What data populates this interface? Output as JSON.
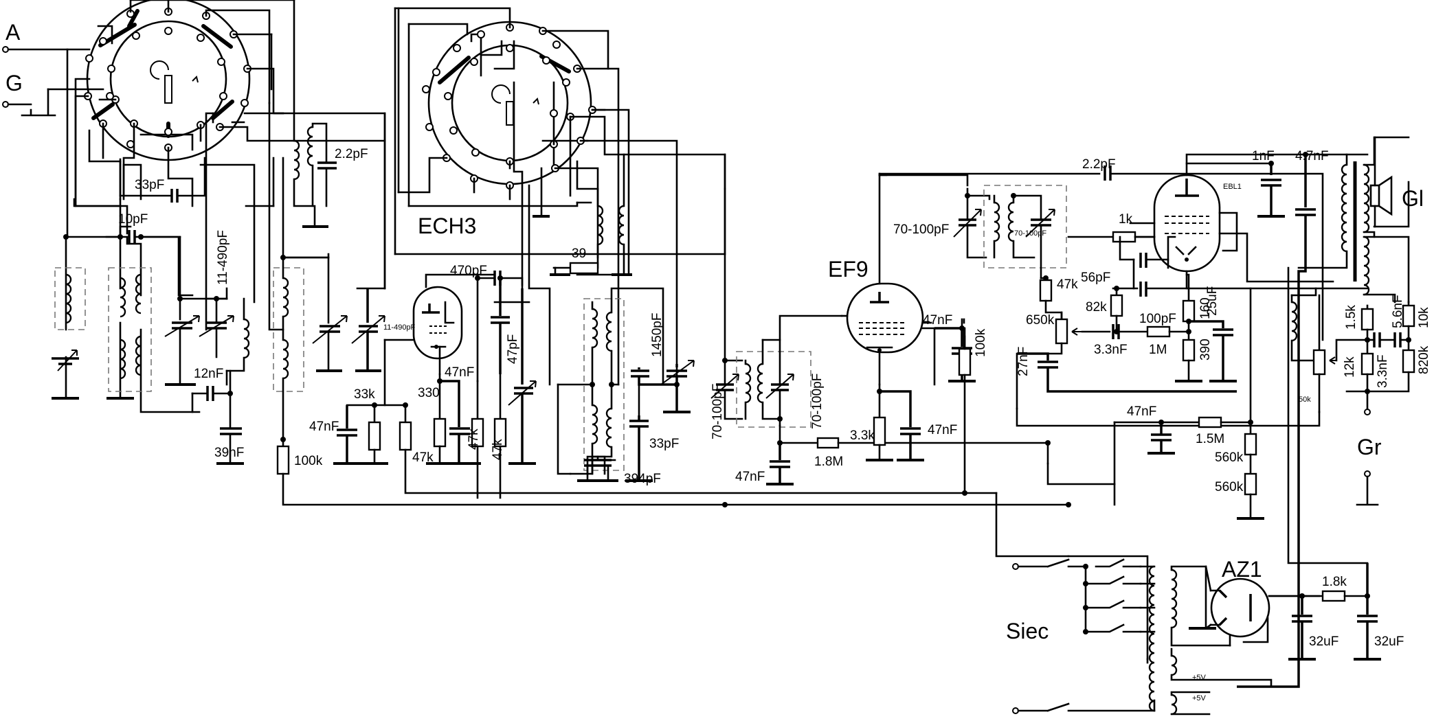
{
  "tubes": {
    "ech3": "ECH3",
    "ef9": "EF9",
    "ebl1": "EBL1",
    "az1": "AZ1"
  },
  "terminals": {
    "antenna": "A",
    "ground": "G",
    "speaker": "Gl",
    "pickup": "Gr",
    "mains": "Siec"
  },
  "components": {
    "c_2p2_rf": "2.2pF",
    "c_33p": "33pF",
    "c_10p": "10pF",
    "c_11_490": "11-490pF",
    "c_11_490_small": "11-490pF",
    "c_12n": "12nF",
    "c_39n": "39nF",
    "r_100k_left": "100k",
    "r_33k": "33k",
    "c_47n_a": "47nF",
    "r_330": "330",
    "c_47n_b": "47nF",
    "r_47k_a": "47k",
    "r_47k_b": "47k",
    "r_47k_c": "47k",
    "c_470p": "470pF",
    "c_47p": "47pF",
    "r_39": "39",
    "c_1450p": "1450pF",
    "c_33p_b": "33pF",
    "c_394p": "394pF",
    "c_70_100_a": "70-100pF",
    "c_70_100_b": "70-100pF",
    "c_47n_c": "47nF",
    "r_1m8": "1.8M",
    "r_3k3": "3.3k",
    "c_47n_d": "47nF",
    "c_47n_e": "47nF",
    "r_100k_b": "100k",
    "c_70_100_c": "70-100pF",
    "c_70_100_small": "70-100pF",
    "c_2p2_top": "2.2pF",
    "c_1n": "1nF",
    "c_4n7": "4.7nF",
    "r_1k": "1k",
    "c_56p": "56pF",
    "r_47k_d": "47k",
    "r_82k": "82k",
    "c_100p": "100pF",
    "r_160": "160",
    "c_25u": "25uF",
    "r_650k": "650k",
    "c_3n3_a": "3.3nF",
    "r_1m": "1M",
    "r_390": "390",
    "c_27n": "27nF",
    "c_47n_f": "47nF",
    "r_1m5": "1.5M",
    "r_560k_a": "560k",
    "r_560k_b": "560k",
    "r_1k5": "1.5k",
    "c_5n6": "5.6nF",
    "r_10k": "10k",
    "r_50k": "50k",
    "r_12k": "12k",
    "c_3n3_b": "3.3nF",
    "r_820k": "820k",
    "r_1k8": "1.8k",
    "c_32u_a": "32uF",
    "c_32u_b": "32uF",
    "v_5v_a": "+5V",
    "v_5v_b": "+5V"
  }
}
